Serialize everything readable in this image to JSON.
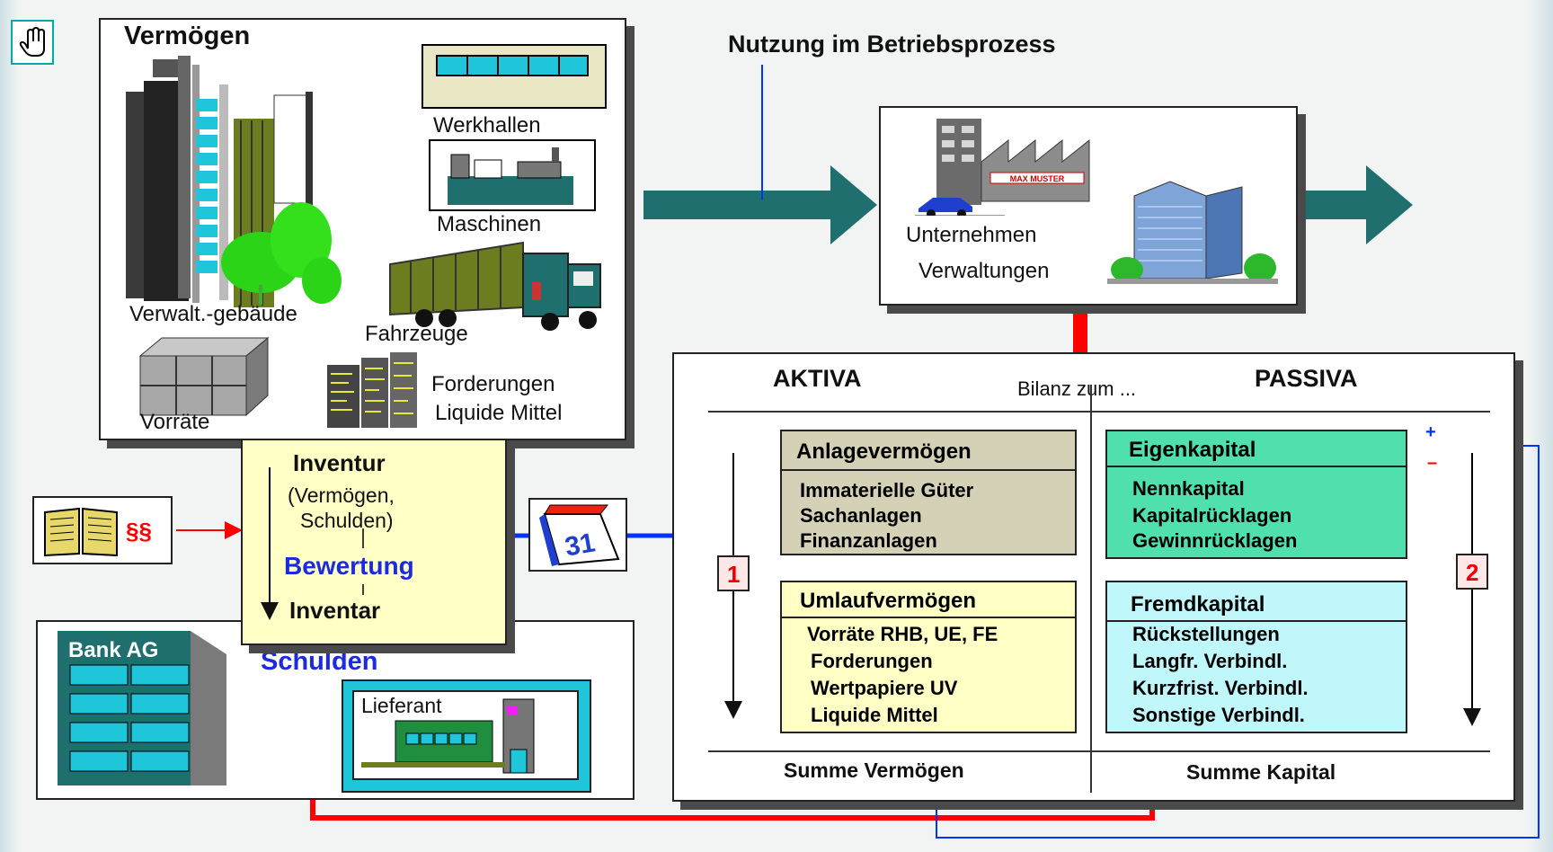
{
  "hand_icon": "hand-pointer-icon",
  "vermoegen": {
    "title": "Vermögen",
    "items": {
      "werkhallen": "Werkhallen",
      "maschinen": "Maschinen",
      "verwaltungsgebaeude": "Verwalt.-gebäude",
      "fahrzeuge": "Fahrzeuge",
      "vorraete": "Vorräte",
      "forderungen": "Forderungen",
      "liquide_mittel": "Liquide Mittel"
    }
  },
  "nutzung": {
    "title": "Nutzung im Betriebsprozess"
  },
  "unternehmen": {
    "line1": "Unternehmen",
    "line2": "Verwaltungen",
    "sign": "MAX MUSTER"
  },
  "inventur": {
    "title": "Inventur",
    "sub1": "(Vermögen,",
    "sub2": "Schulden)",
    "bewertung": "Bewertung",
    "inventar": "Inventar"
  },
  "law": {
    "symbol": "§§"
  },
  "calendar": {
    "day": "31"
  },
  "schulden": {
    "title": "Schulden",
    "bank": "Bank AG",
    "lieferant": "Lieferant"
  },
  "bilanz": {
    "aktiva": "AKTIVA",
    "passiva": "PASSIVA",
    "title": "Bilanz zum ...",
    "marker1": "1",
    "marker2": "2",
    "anlagevermoegen": {
      "header": "Anlagevermögen",
      "items": [
        "Immaterielle Güter",
        "Sachanlagen",
        "Finanzanlagen"
      ]
    },
    "umlaufvermoegen": {
      "header": "Umlaufvermögen",
      "items": [
        "Vorräte RHB, UE, FE",
        "Forderungen",
        "Wertpapiere UV",
        "Liquide Mittel"
      ]
    },
    "eigenkapital": {
      "header": "Eigenkapital",
      "items": [
        "Nennkapital",
        "Kapitalrücklagen",
        "Gewinnrücklagen"
      ]
    },
    "fremdkapital": {
      "header": "Fremdkapital",
      "items": [
        "Rückstellungen",
        "Langfr. Verbindl.",
        "Kurzfrist. Verbindl.",
        "Sonstige Verbindl."
      ]
    },
    "summe_vermoegen": "Summe Vermögen",
    "summe_kapital": "Summe Kapital",
    "plus": "+",
    "minus": "–"
  },
  "colors": {
    "teal_arrow": "#1f6f6f",
    "red_line": "#ff0000",
    "blue_arrow": "#0033ff",
    "inventur_bg": "#ffffc6",
    "anlage_bg": "#d4d1b6",
    "umlauf_bg": "#ffffc6",
    "eigen_bg": "#4fe0ad",
    "fremd_bg": "#bff7fb",
    "bewertung": "#1a2be0"
  }
}
